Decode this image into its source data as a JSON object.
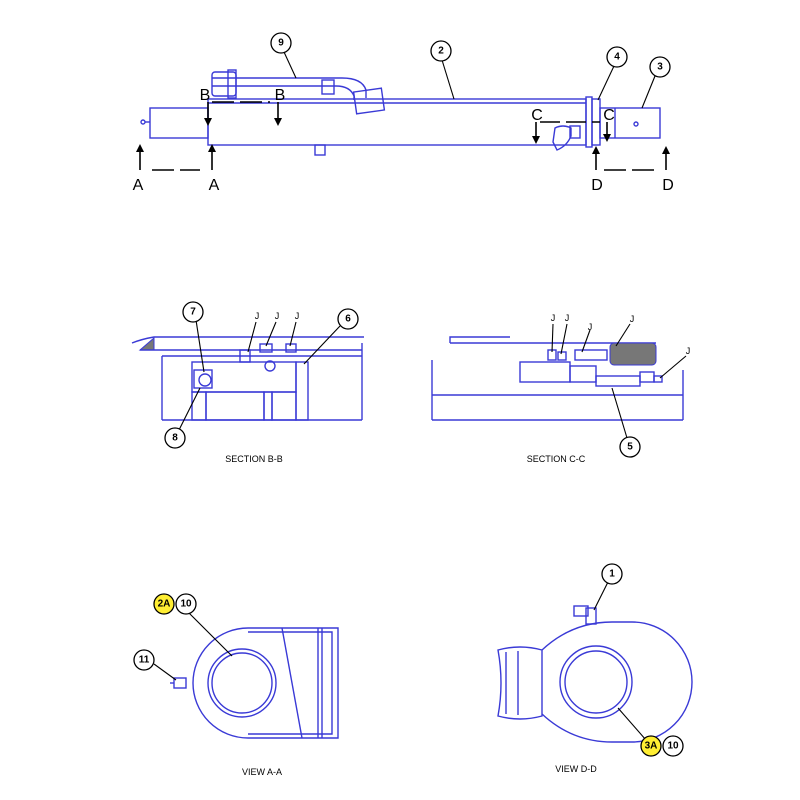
{
  "callouts": {
    "c1": "1",
    "c2": "2",
    "c3": "3",
    "c4": "4",
    "c5": "5",
    "c6": "6",
    "c7": "7",
    "c8": "8",
    "c9": "9",
    "c10a": "10",
    "c10b": "10",
    "c11": "11",
    "c2a": "2A",
    "c3a": "3A"
  },
  "section_markers": {
    "a_left": "A",
    "a_right": "A",
    "b_left": "B",
    "b_right": "B",
    "c_left": "C",
    "c_right": "C",
    "d_left": "D",
    "d_right": "D"
  },
  "j_label": "J",
  "captions": {
    "section_bb": "SECTION B-B",
    "section_cc": "SECTION C-C",
    "view_aa": "VIEW A-A",
    "view_dd": "VIEW D-D"
  },
  "colors": {
    "line": "#3a3ad6",
    "highlight": "#ffee33",
    "ink": "#000000"
  }
}
